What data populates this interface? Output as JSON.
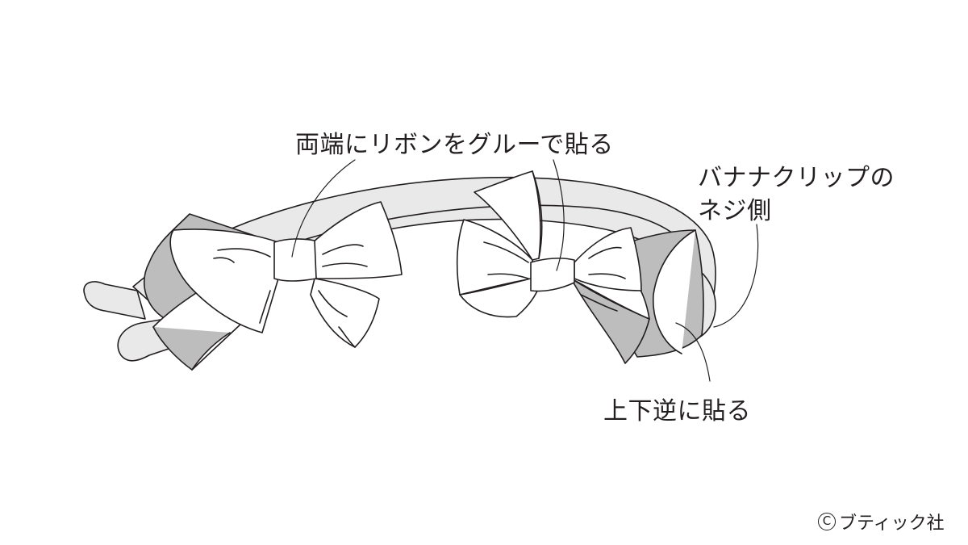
{
  "labels": {
    "glue_both_ends": "両端にリボンをグルーで貼る",
    "screw_side_line1": "バナナクリップの",
    "screw_side_line2": "ネジ側",
    "upside_down": "上下逆に貼る"
  },
  "credit": {
    "symbol": "C",
    "publisher": "ブティック社"
  },
  "colors": {
    "line": "#231f20",
    "light_gray": "#e9e9e9",
    "mid_gray": "#bdbdbd",
    "paper": "#ffffff"
  }
}
